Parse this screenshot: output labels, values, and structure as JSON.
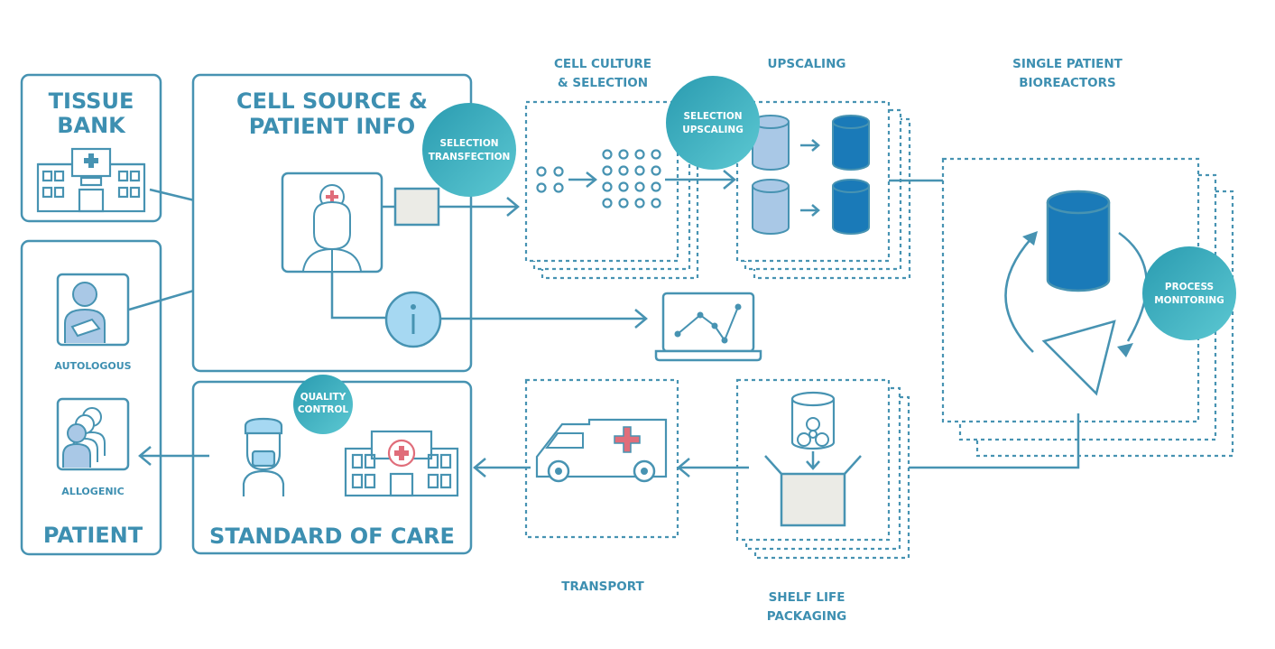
{
  "colors": {
    "primary": "#4793b2",
    "text": "#3d8fb1",
    "badge_gradient_start": "#2a9bb0",
    "badge_gradient_end": "#57c5d0",
    "cylinder_light": "#a9c8e6",
    "cylinder_dark": "#1a7ab8",
    "info_fill": "#a6d8f2",
    "medical_cross": "#e06d7a",
    "box_fill": "#ebebe6"
  },
  "tissue_bank": {
    "title_line1": "TISSUE",
    "title_line2": "BANK",
    "icon": "hospital-icon"
  },
  "patient": {
    "title": "PATIENT",
    "autologous_label": "AUTOLOGOUS",
    "allogenic_label": "ALLOGENIC",
    "autologous_icon": "injured-patient-icon",
    "allogenic_icon": "group-of-people-icon"
  },
  "cell_source": {
    "title_line1": "CELL SOURCE &",
    "title_line2": "PATIENT INFO",
    "doctor_icon": "doctor-icon",
    "info_icon": "info-icon"
  },
  "standard_of_care": {
    "title": "STANDARD OF CARE",
    "icons": [
      "surgeon-icon",
      "hospital-icon"
    ]
  },
  "badges": {
    "selection_transfection": {
      "line1": "SELECTION",
      "line2": "TRANSFECTION"
    },
    "selection_upscaling": {
      "line1": "SELECTION",
      "line2": "UPSCALING"
    },
    "process_monitoring": {
      "line1": "PROCESS",
      "line2": "MONITORING"
    },
    "quality_control": {
      "line1": "QUALITY",
      "line2": "CONTROL"
    }
  },
  "steps": {
    "cell_culture": {
      "line1": "CELL CULTURE",
      "line2": "& SELECTION"
    },
    "upscaling": {
      "line1": "UPSCALING"
    },
    "bioreactors": {
      "line1": "SINGLE PATIENT",
      "line2": "BIOREACTORS"
    },
    "transport": {
      "line1": "TRANSPORT",
      "icon": "ambulance-icon"
    },
    "shelf_life": {
      "line1": "SHELF LIFE",
      "line2": "PACKAGING",
      "icon": "biohazard-icon"
    }
  },
  "monitor": {
    "icon": "laptop-chart-icon"
  }
}
